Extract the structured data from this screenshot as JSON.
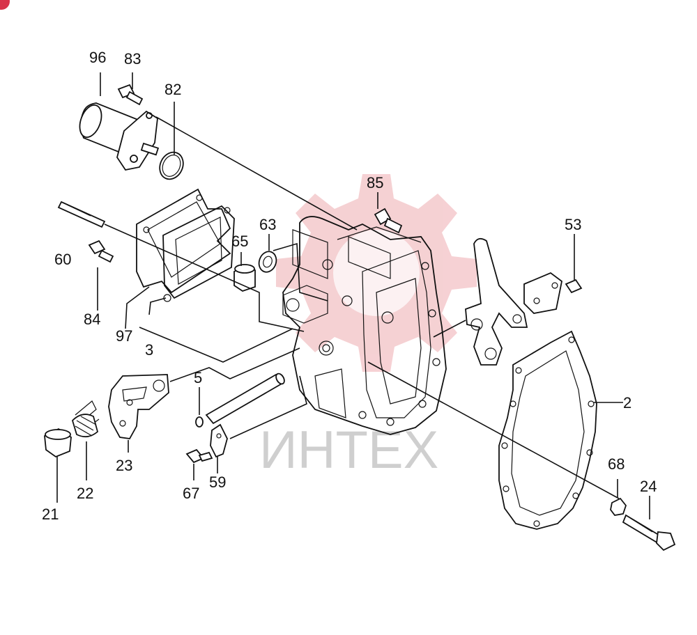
{
  "watermark": {
    "text": "ИНТЕХ",
    "gear_color": "#f4c9cc",
    "text_color": "#cfcfcf"
  },
  "badge": {
    "color": "#d8344a"
  },
  "callouts": [
    {
      "id": "96",
      "text": "96"
    },
    {
      "id": "83",
      "text": "83"
    },
    {
      "id": "82",
      "text": "82"
    },
    {
      "id": "60",
      "text": "60"
    },
    {
      "id": "84",
      "text": "84"
    },
    {
      "id": "97",
      "text": "97"
    },
    {
      "id": "3",
      "text": "3"
    },
    {
      "id": "65",
      "text": "65"
    },
    {
      "id": "63",
      "text": "63"
    },
    {
      "id": "85",
      "text": "85"
    },
    {
      "id": "53",
      "text": "53"
    },
    {
      "id": "5",
      "text": "5"
    },
    {
      "id": "2",
      "text": "2"
    },
    {
      "id": "23",
      "text": "23"
    },
    {
      "id": "22",
      "text": "22"
    },
    {
      "id": "21",
      "text": "21"
    },
    {
      "id": "67",
      "text": "67"
    },
    {
      "id": "59",
      "text": "59"
    },
    {
      "id": "68",
      "text": "68"
    },
    {
      "id": "24",
      "text": "24"
    }
  ]
}
